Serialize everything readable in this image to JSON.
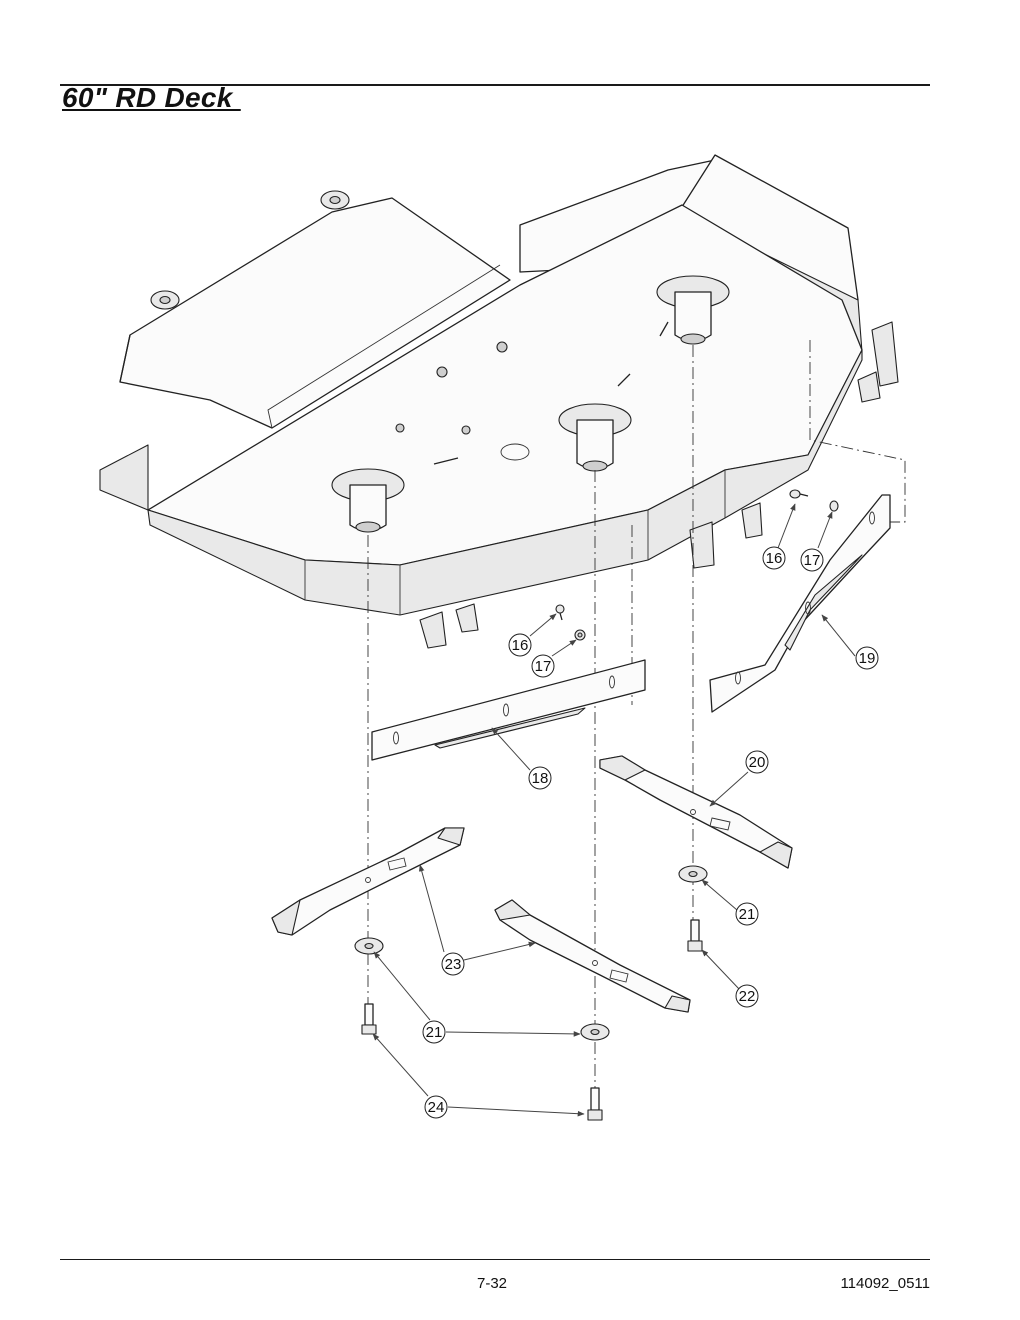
{
  "header": {
    "title": "60\" RD Deck "
  },
  "footer": {
    "page_number": "7-32",
    "document_id": "114092_0511"
  },
  "callouts": [
    {
      "id": "c16a",
      "label": "16"
    },
    {
      "id": "c17a",
      "label": "17"
    },
    {
      "id": "c16b",
      "label": "16"
    },
    {
      "id": "c17b",
      "label": "17"
    },
    {
      "id": "c19",
      "label": "19"
    },
    {
      "id": "c18",
      "label": "18"
    },
    {
      "id": "c20",
      "label": "20"
    },
    {
      "id": "c21a",
      "label": "21"
    },
    {
      "id": "c23",
      "label": "23"
    },
    {
      "id": "c22",
      "label": "22"
    },
    {
      "id": "c21b",
      "label": "21"
    },
    {
      "id": "c24",
      "label": "24"
    }
  ]
}
